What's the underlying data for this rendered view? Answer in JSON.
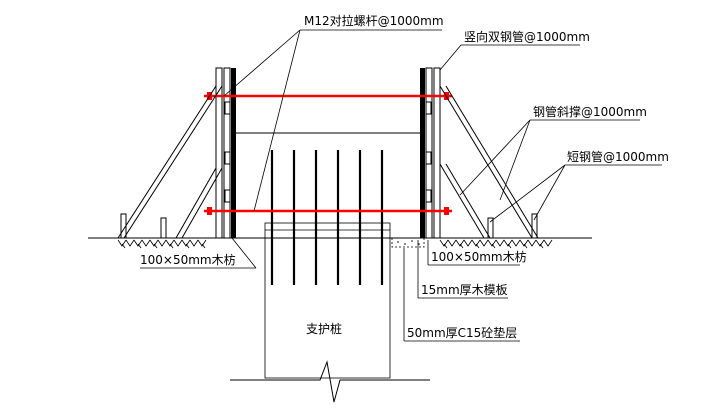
{
  "labels": {
    "tie_rod": "M12对拉螺杆@1000mm",
    "vertical_pipe": "竖向双钢管@1000mm",
    "diagonal_brace": "钢管斜撑@1000mm",
    "short_pipe": "短钢管@1000mm",
    "timber_left": "100×50mm木枋",
    "timber_right": "100×50mm木枋",
    "formwork": "15mm厚木模板",
    "pile": "支护桩",
    "cushion": "50mm厚C15砼垫层"
  },
  "colors": {
    "line": "#000000",
    "tie_rod": "#ff0000",
    "background": "#ffffff"
  }
}
